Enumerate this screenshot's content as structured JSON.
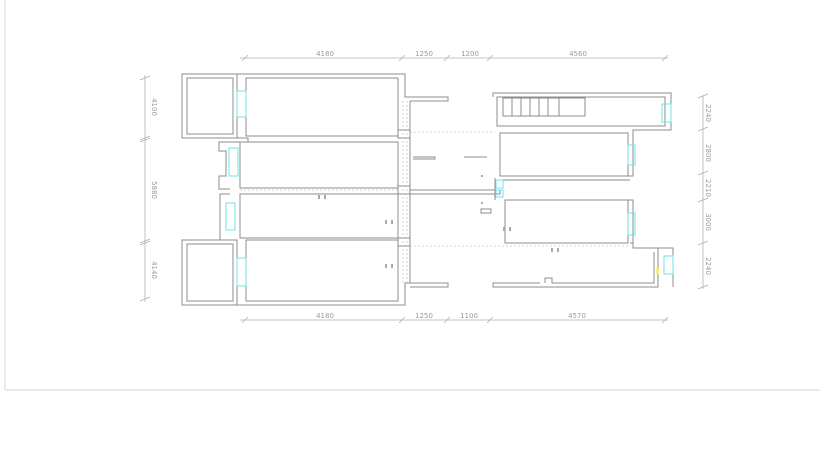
{
  "drawing": {
    "top_dimensions": [
      "4180",
      "1250",
      "1200",
      "4560"
    ],
    "bottom_dimensions": [
      "4180",
      "1250",
      "1100",
      "4570"
    ],
    "left_dimensions": [
      "4100",
      "5880",
      "4140"
    ],
    "right_dimensions": [
      "2240",
      "2800",
      "2210",
      "3000",
      "2240"
    ],
    "colors": {
      "wall": "#8c8c8c",
      "window": "#6fe3ea",
      "dimension": "#9a9a9a",
      "marker": "#f3ee7a"
    }
  }
}
